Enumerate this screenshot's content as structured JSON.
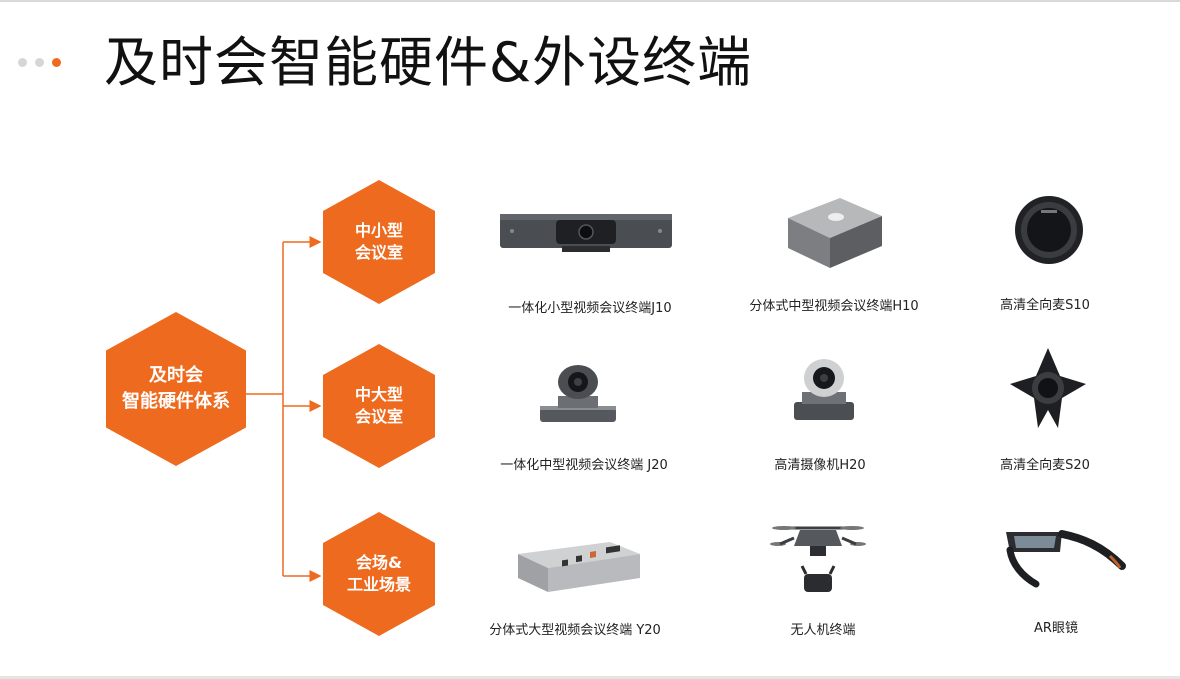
{
  "title": "及时会智能硬件&外设终端",
  "root": {
    "line1": "及时会",
    "line2": "智能硬件体系"
  },
  "categories": [
    {
      "line1": "中小型",
      "line2": "会议室"
    },
    {
      "line1": "中大型",
      "line2": "会议室"
    },
    {
      "line1": "会场&",
      "line2": "工业场景"
    }
  ],
  "products": [
    {
      "label": "一体化小型视频会议终端J10",
      "icon": "video-bar-icon"
    },
    {
      "label": "分体式中型视频会议终端H10",
      "icon": "codec-box-icon"
    },
    {
      "label": "高清全向麦S10",
      "icon": "round-speakerphone-icon"
    },
    {
      "label": "一体化中型视频会议终端 J20",
      "icon": "ptz-camera-icon"
    },
    {
      "label": "高清摄像机H20",
      "icon": "ptz-camera-icon"
    },
    {
      "label": "高清全向麦S20",
      "icon": "star-speakerphone-icon"
    },
    {
      "label": "分体式大型视频会议终端 Y20",
      "icon": "rack-codec-icon"
    },
    {
      "label": "无人机终端",
      "icon": "drone-icon"
    },
    {
      "label": "AR眼镜",
      "icon": "ar-glasses-icon"
    }
  ],
  "colors": {
    "accent": "#ee6a1e",
    "title": "#111111",
    "caption": "#222222"
  }
}
